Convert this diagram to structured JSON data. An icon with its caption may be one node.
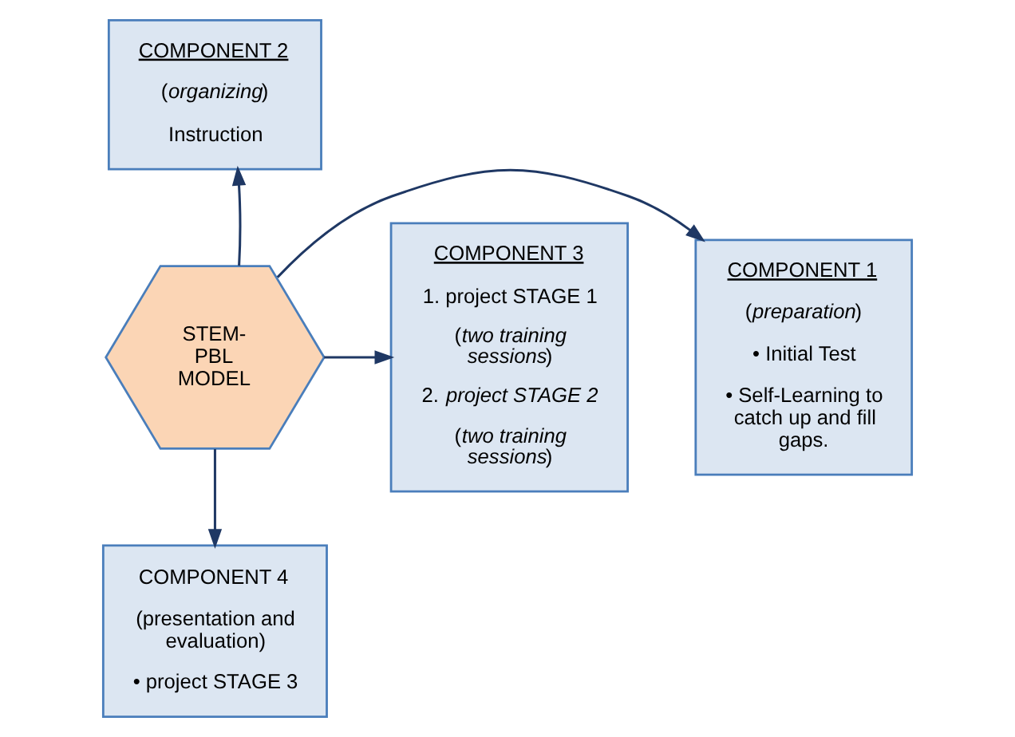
{
  "diagram": {
    "nodes": [
      {
        "text": [
          "COMPONENT 2",
          "(*organizing*)",
          "Instruction"
        ]
      },
      {
        "text": [
          "COMPONENT 1",
          "(*preparation*)",
          "• Initial Test",
          "• Self-Learning to catch up and fill gaps."
        ]
      },
      {
        "text": [
          "STEM- PBL MODEL"
        ]
      },
      {
        "text": [
          "COMPONENT 3",
          "1. project STAGE 1",
          "(*two training sessions*)",
          "2. *project STAGE 2*",
          "(*two training sessions*)"
        ]
      },
      {
        "text": [
          "COMPONENT 4",
          "(presentation and evaluation)",
          "• project STAGE 3"
        ]
      }
    ],
    "edges": [
      {
        "from": 2,
        "to": 0,
        "arrow": "to"
      },
      {
        "from": 2,
        "to": 1,
        "arrow": "to"
      },
      {
        "from": 2,
        "to": 3,
        "arrow": "to"
      },
      {
        "from": 2,
        "to": 4,
        "arrow": "to"
      }
    ]
  }
}
